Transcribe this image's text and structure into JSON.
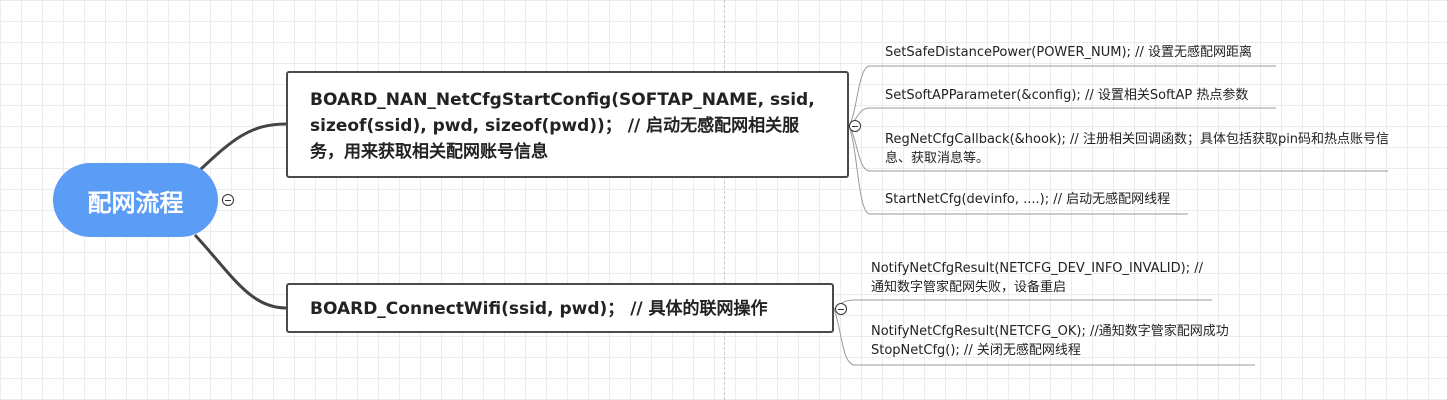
{
  "root": {
    "label": "配网流程"
  },
  "branches": [
    {
      "label": "BOARD_NAN_NetCfgStartConfig(SOFTAP_NAME, ssid, sizeof(ssid), pwd, sizeof(pwd))； // 启动无感配网相关服务，用来获取相关配网账号信息",
      "children": [
        "SetSafeDistancePower(POWER_NUM); // 设置无感配网距离",
        "SetSoftAPParameter(&config); // 设置相关SoftAP 热点参数",
        "RegNetCfgCallback(&hook); // 注册相关回调函数；具体包括获取pin码和热点账号信息、获取消息等。",
        "StartNetCfg(devinfo, ....); // 启动无感配网线程"
      ]
    },
    {
      "label": "BOARD_ConnectWifi(ssid, pwd)； // 具体的联网操作",
      "children": [
        "NotifyNetCfgResult(NETCFG_DEV_INFO_INVALID); //通知数字管家配网失败，设备重启",
        "NotifyNetCfgResult(NETCFG_OK); //通知数字管家配网成功 StopNetCfg(); // 关闭无感配网线程"
      ]
    }
  ],
  "colors": {
    "root_fill": "#5b9cf5",
    "connector": "#444444",
    "leaf_line": "#9a9a9a"
  }
}
